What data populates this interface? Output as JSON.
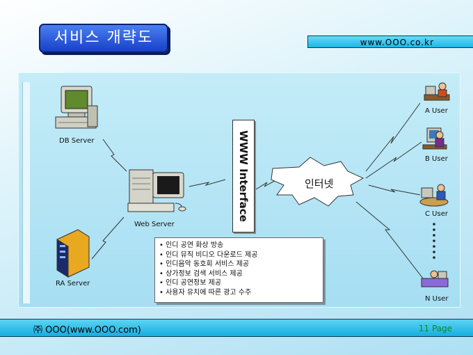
{
  "header": {
    "title": "서비스 개략도",
    "url": "www.OOO.co.kr"
  },
  "diagram": {
    "db_server": "DB Server",
    "web_server": "Web Server",
    "ra_server": "RA Server",
    "www_interface": "WWW Interface",
    "internet": "인터넷",
    "users": [
      "A User",
      "B User",
      "C User",
      "N User"
    ]
  },
  "services": [
    "인디 공연 화상 방송",
    "인디 뮤직 비디오 다운로드 제공",
    "인디음악 동호회 서비스 제공",
    "상가정보 검색 서비스 제공",
    "인디 공연정보 제공",
    "사용자 유치에 따른 광고 수주"
  ],
  "footer": {
    "company": "㈜ OOO(www.OOO.com)",
    "page": "11 Page"
  }
}
